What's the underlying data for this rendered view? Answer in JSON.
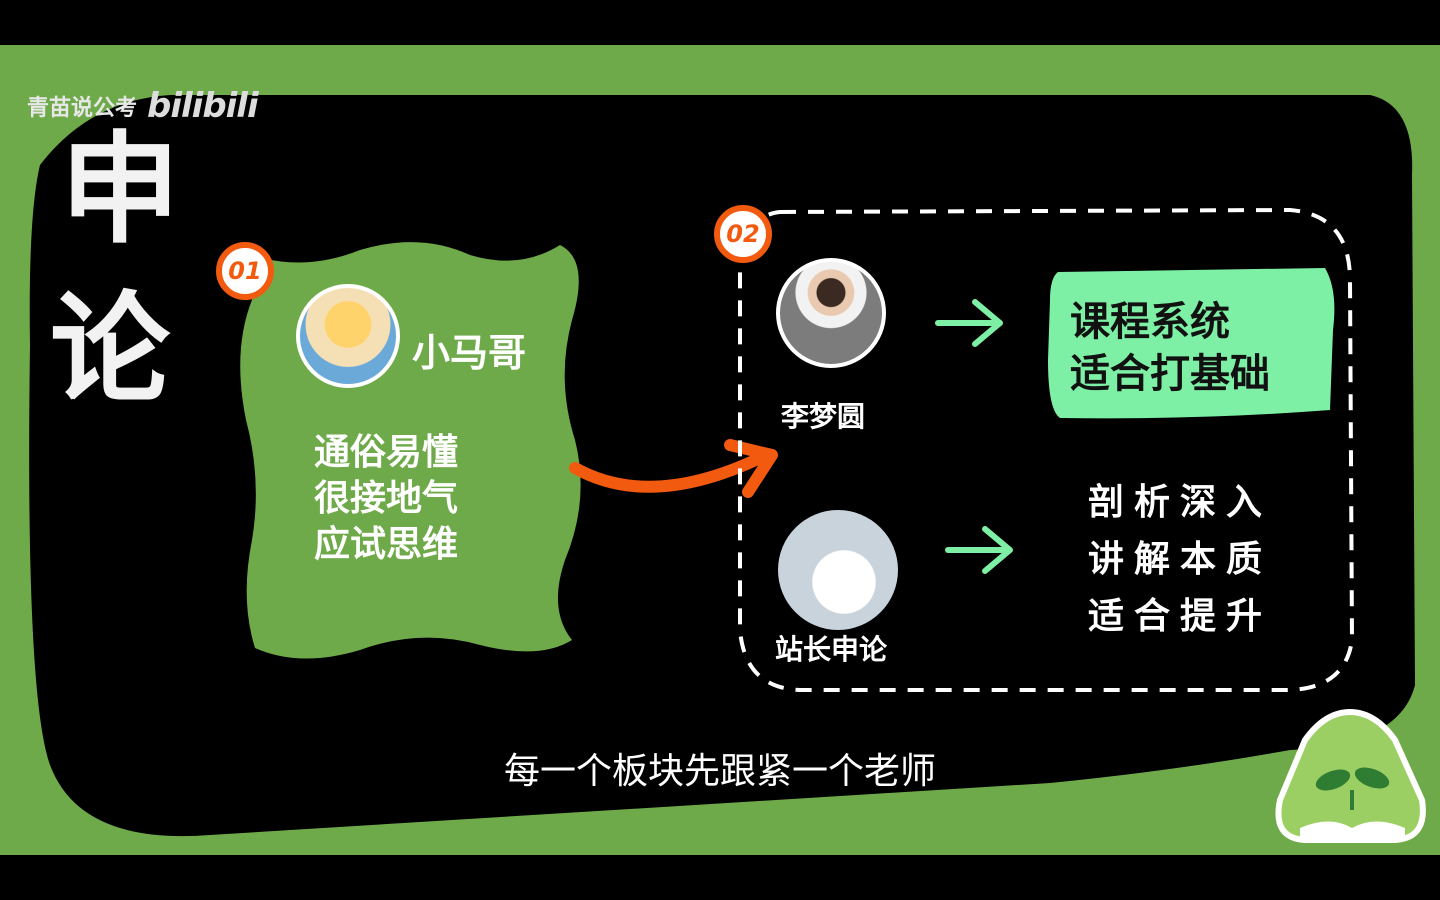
{
  "watermark": {
    "channel": "青苗说公考",
    "platform": "bilibili"
  },
  "title": {
    "char1": "申",
    "char2": "论"
  },
  "card1": {
    "badge": "01",
    "name": "小马哥",
    "lines": [
      "通俗易懂",
      "很接地气",
      "应试思维"
    ]
  },
  "card2": {
    "badge": "02",
    "teacher1": "李梦圆",
    "teacher2": "站长申论",
    "callout": [
      "课程系统",
      "适合打基础"
    ],
    "notes": [
      "剖析深入",
      "讲解本质",
      "适合提升"
    ]
  },
  "subtitle": "每一个板块先跟紧一个老师",
  "colors": {
    "green": "#6faa4a",
    "orange": "#f25a10",
    "mint": "#7ef0a6",
    "black": "#000000"
  },
  "icons": [
    "arrow-right-icon",
    "curved-arrow-icon",
    "sprout-book-logo-icon"
  ]
}
